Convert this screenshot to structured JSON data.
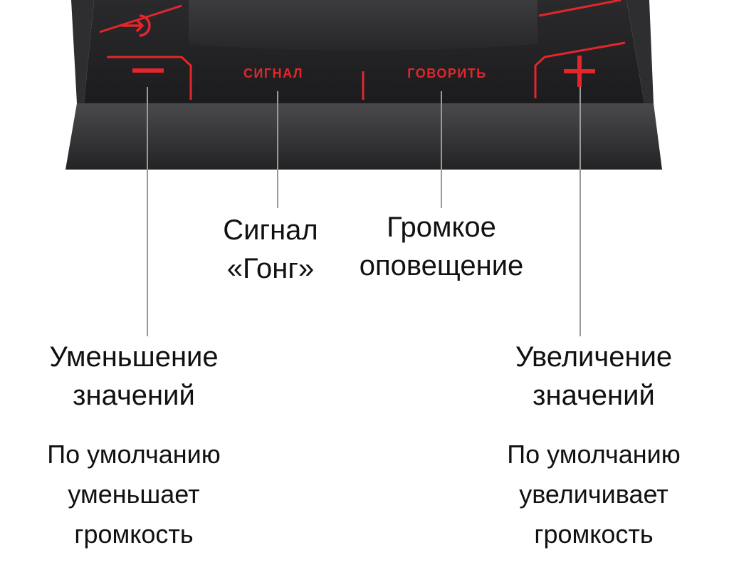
{
  "device": {
    "buttons": {
      "power_icon": "power-icon",
      "minus_symbol": "−",
      "plus_symbol": "+",
      "signal_label": "СИГНАЛ",
      "talk_label": "ГОВОРИТЬ"
    },
    "colors": {
      "body": "#3a3a3c",
      "accent": "#e3262c",
      "callout_line": "#9a9a9a"
    }
  },
  "callouts": {
    "signal": [
      "Сигнал",
      "«Гонг»"
    ],
    "announce": [
      "Громкое",
      "оповещение"
    ],
    "decrease": {
      "title": [
        "Уменьшение",
        "значений"
      ],
      "note": [
        "По умолчанию",
        "уменьшает",
        "громкость"
      ]
    },
    "increase": {
      "title": [
        "Увеличение",
        "значений"
      ],
      "note": [
        "По умолчанию",
        "увеличивает",
        "громкость"
      ]
    }
  }
}
